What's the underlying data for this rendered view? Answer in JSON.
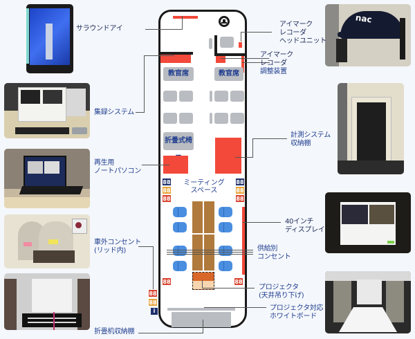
{
  "labels": {
    "surround_eye": "サラウンドアイ",
    "eye_mark_head": "アイマーク\nレコーダ\nヘッドユニット",
    "eye_mark_adjust_1": "アイマーク\nレコーダ",
    "eye_mark_adjust_2": "調整装置",
    "recording_system": "集録システム",
    "measurement_storage": "計測システム\n収納棚",
    "playback_laptop": "再生用\nノートパソコン",
    "display_40": "40インチ\nディスプレイ",
    "supply_outlet": "供給別\nコンセント",
    "external_outlet": "車外コンセント\n(リッド内)",
    "projector": "プロジェクタ\n(天井吊り下げ)",
    "whiteboard": "プロジェクタ対応\nホワイトボード",
    "desk_storage": "折畳机収納棚"
  },
  "bus": {
    "instructor_seat_left": "教官席",
    "instructor_seat_right": "教官席",
    "folding_chair": "折畳式椅子",
    "meeting_space": "ミーティング\nスペース",
    "outlet_glyph": "88",
    "info_glyph": "i",
    "steering_icon": "steering-wheel"
  },
  "photos": {
    "cap_brand": "nac"
  },
  "colors": {
    "equipment_red": "#f2493a",
    "seat_gray": "#b9bcc1",
    "chair_blue": "#4a8ee0",
    "table_brown": "#b07a3c",
    "label_navy": "#1d2a5a"
  }
}
